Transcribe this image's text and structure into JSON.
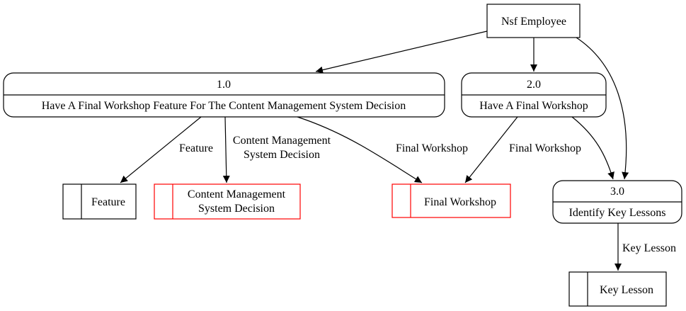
{
  "diagram": {
    "entity": {
      "label": "Nsf Employee"
    },
    "processes": [
      {
        "id": "1.0",
        "label": "Have A Final Workshop Feature For The Content Management System Decision"
      },
      {
        "id": "2.0",
        "label": "Have A Final Workshop"
      },
      {
        "id": "3.0",
        "label": "Identify Key Lessons"
      }
    ],
    "stores": [
      {
        "lines": [
          "Feature"
        ],
        "highlight": false
      },
      {
        "lines": [
          "Content Management",
          "System Decision"
        ],
        "highlight": true
      },
      {
        "lines": [
          "Final Workshop"
        ],
        "highlight": true
      },
      {
        "lines": [
          "Key Lesson"
        ],
        "highlight": false
      }
    ],
    "flows": [
      {
        "lines": [
          "Feature"
        ]
      },
      {
        "lines": [
          "Content Management",
          "System Decision"
        ]
      },
      {
        "lines": [
          "Final Workshop"
        ]
      },
      {
        "lines": [
          "Final Workshop"
        ]
      },
      {
        "lines": [
          "Key Lesson"
        ]
      }
    ],
    "colors": {
      "line": "#000000",
      "highlight": "#ff0000",
      "background": "#ffffff"
    }
  }
}
